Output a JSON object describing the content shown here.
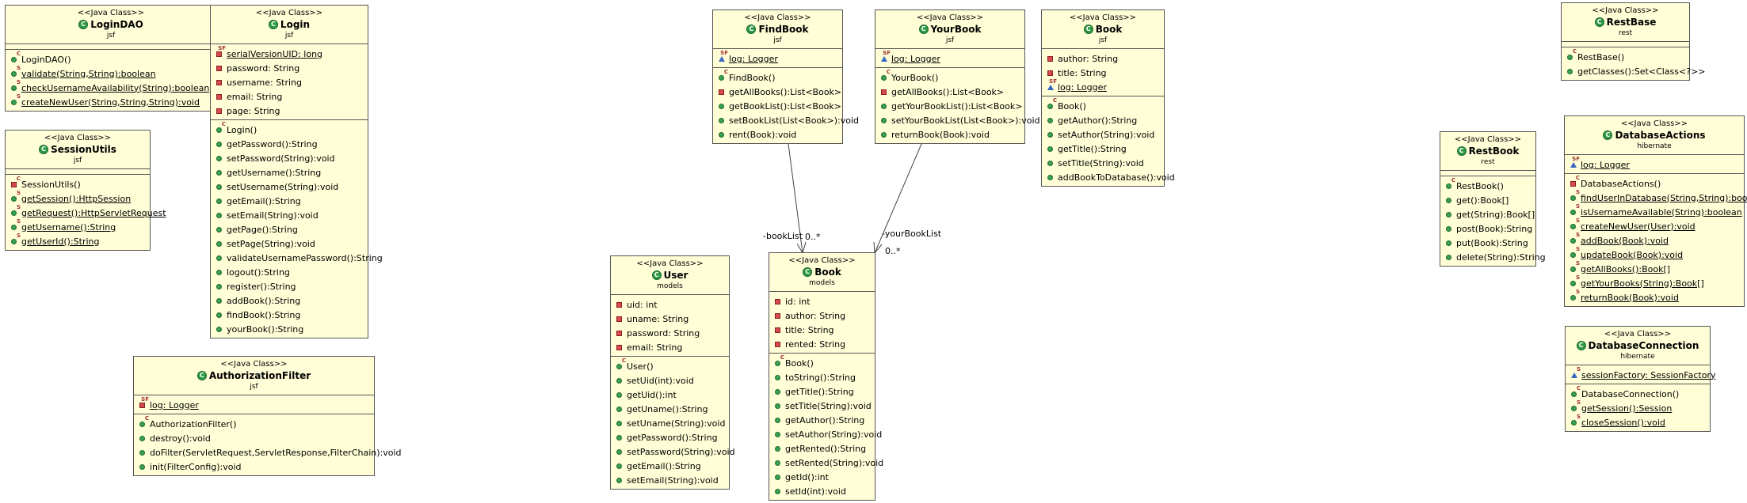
{
  "class_icon_letter": "C",
  "colors": {
    "class_fill": "#fffed7",
    "border": "#555555",
    "public": "#3aa14c",
    "private": "#d64a4a",
    "protected": "#3a66c4"
  },
  "classes": [
    {
      "id": "LoginDAO",
      "stereotype": "<<Java Class>>",
      "name": "LoginDAO",
      "package": "jsf",
      "attributes": [],
      "operations": [
        {
          "vis": "public",
          "mod": "C",
          "static": false,
          "text": "LoginDAO()"
        },
        {
          "vis": "public",
          "mod": "S",
          "static": true,
          "text": "validate(String,String):boolean"
        },
        {
          "vis": "public",
          "mod": "S",
          "static": true,
          "text": "checkUsernameAvailability(String):boolean"
        },
        {
          "vis": "public",
          "mod": "S",
          "static": true,
          "text": "createNewUser(String,String,String):void"
        }
      ]
    },
    {
      "id": "SessionUtils",
      "stereotype": "<<Java Class>>",
      "name": "SessionUtils",
      "package": "jsf",
      "attributes": [],
      "operations": [
        {
          "vis": "private",
          "mod": "C",
          "static": false,
          "text": "SessionUtils()"
        },
        {
          "vis": "public",
          "mod": "S",
          "static": true,
          "text": "getSession():HttpSession"
        },
        {
          "vis": "public",
          "mod": "S",
          "static": true,
          "text": "getRequest():HttpServletRequest"
        },
        {
          "vis": "public",
          "mod": "S",
          "static": true,
          "text": "getUsername():String"
        },
        {
          "vis": "public",
          "mod": "S",
          "static": true,
          "text": "getUserId():String"
        }
      ]
    },
    {
      "id": "Login",
      "stereotype": "<<Java Class>>",
      "name": "Login",
      "package": "jsf",
      "attributes": [
        {
          "vis": "private",
          "mod": "SF",
          "static": true,
          "text": "serialVersionUID: long"
        },
        {
          "vis": "private",
          "mod": "",
          "static": false,
          "text": "password: String"
        },
        {
          "vis": "private",
          "mod": "",
          "static": false,
          "text": "username: String"
        },
        {
          "vis": "private",
          "mod": "",
          "static": false,
          "text": "email: String"
        },
        {
          "vis": "private",
          "mod": "",
          "static": false,
          "text": "page: String"
        }
      ],
      "operations": [
        {
          "vis": "public",
          "mod": "C",
          "static": false,
          "text": "Login()"
        },
        {
          "vis": "public",
          "mod": "",
          "static": false,
          "text": "getPassword():String"
        },
        {
          "vis": "public",
          "mod": "",
          "static": false,
          "text": "setPassword(String):void"
        },
        {
          "vis": "public",
          "mod": "",
          "static": false,
          "text": "getUsername():String"
        },
        {
          "vis": "public",
          "mod": "",
          "static": false,
          "text": "setUsername(String):void"
        },
        {
          "vis": "public",
          "mod": "",
          "static": false,
          "text": "getEmail():String"
        },
        {
          "vis": "public",
          "mod": "",
          "static": false,
          "text": "setEmail(String):void"
        },
        {
          "vis": "public",
          "mod": "",
          "static": false,
          "text": "getPage():String"
        },
        {
          "vis": "public",
          "mod": "",
          "static": false,
          "text": "setPage(String):void"
        },
        {
          "vis": "public",
          "mod": "",
          "static": false,
          "text": "validateUsernamePassword():String"
        },
        {
          "vis": "public",
          "mod": "",
          "static": false,
          "text": "logout():String"
        },
        {
          "vis": "public",
          "mod": "",
          "static": false,
          "text": "register():String"
        },
        {
          "vis": "public",
          "mod": "",
          "static": false,
          "text": "addBook():String"
        },
        {
          "vis": "public",
          "mod": "",
          "static": false,
          "text": "findBook():String"
        },
        {
          "vis": "public",
          "mod": "",
          "static": false,
          "text": "yourBook():String"
        }
      ]
    },
    {
      "id": "AuthorizationFilter",
      "stereotype": "<<Java Class>>",
      "name": "AuthorizationFilter",
      "package": "jsf",
      "attributes": [
        {
          "vis": "private",
          "mod": "SF",
          "static": true,
          "text": "log: Logger"
        }
      ],
      "operations": [
        {
          "vis": "public",
          "mod": "C",
          "static": false,
          "text": "AuthorizationFilter()"
        },
        {
          "vis": "public",
          "mod": "",
          "static": false,
          "text": "destroy():void"
        },
        {
          "vis": "public",
          "mod": "",
          "static": false,
          "text": "doFilter(ServletRequest,ServletResponse,FilterChain):void"
        },
        {
          "vis": "public",
          "mod": "",
          "static": false,
          "text": "init(FilterConfig):void"
        }
      ]
    },
    {
      "id": "FindBook",
      "stereotype": "<<Java Class>>",
      "name": "FindBook",
      "package": "jsf",
      "attributes": [
        {
          "vis": "protected",
          "mod": "SF",
          "static": true,
          "text": "log: Logger"
        }
      ],
      "operations": [
        {
          "vis": "public",
          "mod": "C",
          "static": false,
          "text": "FindBook()"
        },
        {
          "vis": "private",
          "mod": "",
          "static": false,
          "text": "getAllBooks():List<Book>"
        },
        {
          "vis": "public",
          "mod": "",
          "static": false,
          "text": "getBookList():List<Book>"
        },
        {
          "vis": "public",
          "mod": "",
          "static": false,
          "text": "setBookList(List<Book>):void"
        },
        {
          "vis": "public",
          "mod": "",
          "static": false,
          "text": "rent(Book):void"
        }
      ]
    },
    {
      "id": "YourBook",
      "stereotype": "<<Java Class>>",
      "name": "YourBook",
      "package": "jsf",
      "attributes": [
        {
          "vis": "protected",
          "mod": "SF",
          "static": true,
          "text": "log: Logger"
        }
      ],
      "operations": [
        {
          "vis": "public",
          "mod": "C",
          "static": false,
          "text": "YourBook()"
        },
        {
          "vis": "private",
          "mod": "",
          "static": false,
          "text": "getAllBooks():List<Book>"
        },
        {
          "vis": "public",
          "mod": "",
          "static": false,
          "text": "getYourBookList():List<Book>"
        },
        {
          "vis": "public",
          "mod": "",
          "static": false,
          "text": "setYourBookList(List<Book>):void"
        },
        {
          "vis": "public",
          "mod": "",
          "static": false,
          "text": "returnBook(Book):void"
        }
      ]
    },
    {
      "id": "BookJsf",
      "stereotype": "<<Java Class>>",
      "name": "Book",
      "package": "jsf",
      "attributes": [
        {
          "vis": "private",
          "mod": "",
          "static": false,
          "text": "author: String"
        },
        {
          "vis": "private",
          "mod": "",
          "static": false,
          "text": "title: String"
        },
        {
          "vis": "protected",
          "mod": "SF",
          "static": true,
          "text": "log: Logger"
        }
      ],
      "operations": [
        {
          "vis": "public",
          "mod": "C",
          "static": false,
          "text": "Book()"
        },
        {
          "vis": "public",
          "mod": "",
          "static": false,
          "text": "getAuthor():String"
        },
        {
          "vis": "public",
          "mod": "",
          "static": false,
          "text": "setAuthor(String):void"
        },
        {
          "vis": "public",
          "mod": "",
          "static": false,
          "text": "getTitle():String"
        },
        {
          "vis": "public",
          "mod": "",
          "static": false,
          "text": "setTitle(String):void"
        },
        {
          "vis": "public",
          "mod": "",
          "static": false,
          "text": "addBookToDatabase():void"
        }
      ]
    },
    {
      "id": "User",
      "stereotype": "<<Java Class>>",
      "name": "User",
      "package": "models",
      "attributes": [
        {
          "vis": "private",
          "mod": "",
          "static": false,
          "text": "uid: int"
        },
        {
          "vis": "private",
          "mod": "",
          "static": false,
          "text": "uname: String"
        },
        {
          "vis": "private",
          "mod": "",
          "static": false,
          "text": "password: String"
        },
        {
          "vis": "private",
          "mod": "",
          "static": false,
          "text": "email: String"
        }
      ],
      "operations": [
        {
          "vis": "public",
          "mod": "C",
          "static": false,
          "text": "User()"
        },
        {
          "vis": "public",
          "mod": "",
          "static": false,
          "text": "setUid(int):void"
        },
        {
          "vis": "public",
          "mod": "",
          "static": false,
          "text": "getUid():int"
        },
        {
          "vis": "public",
          "mod": "",
          "static": false,
          "text": "getUname():String"
        },
        {
          "vis": "public",
          "mod": "",
          "static": false,
          "text": "setUname(String):void"
        },
        {
          "vis": "public",
          "mod": "",
          "static": false,
          "text": "getPassword():String"
        },
        {
          "vis": "public",
          "mod": "",
          "static": false,
          "text": "setPassword(String):void"
        },
        {
          "vis": "public",
          "mod": "",
          "static": false,
          "text": "getEmail():String"
        },
        {
          "vis": "public",
          "mod": "",
          "static": false,
          "text": "setEmail(String):void"
        }
      ]
    },
    {
      "id": "BookModels",
      "stereotype": "<<Java Class>>",
      "name": "Book",
      "package": "models",
      "attributes": [
        {
          "vis": "private",
          "mod": "",
          "static": false,
          "text": "id: int"
        },
        {
          "vis": "private",
          "mod": "",
          "static": false,
          "text": "author: String"
        },
        {
          "vis": "private",
          "mod": "",
          "static": false,
          "text": "title: String"
        },
        {
          "vis": "private",
          "mod": "",
          "static": false,
          "text": "rented: String"
        }
      ],
      "operations": [
        {
          "vis": "public",
          "mod": "C",
          "static": false,
          "text": "Book()"
        },
        {
          "vis": "public",
          "mod": "",
          "static": false,
          "text": "toString():String"
        },
        {
          "vis": "public",
          "mod": "",
          "static": false,
          "text": "getTitle():String"
        },
        {
          "vis": "public",
          "mod": "",
          "static": false,
          "text": "setTitle(String):void"
        },
        {
          "vis": "public",
          "mod": "",
          "static": false,
          "text": "getAuthor():String"
        },
        {
          "vis": "public",
          "mod": "",
          "static": false,
          "text": "setAuthor(String):void"
        },
        {
          "vis": "public",
          "mod": "",
          "static": false,
          "text": "getRented():String"
        },
        {
          "vis": "public",
          "mod": "",
          "static": false,
          "text": "setRented(String):void"
        },
        {
          "vis": "public",
          "mod": "",
          "static": false,
          "text": "getId():int"
        },
        {
          "vis": "public",
          "mod": "",
          "static": false,
          "text": "setId(int):void"
        }
      ]
    },
    {
      "id": "RestBase",
      "stereotype": "<<Java Class>>",
      "name": "RestBase",
      "package": "rest",
      "attributes": [],
      "operations": [
        {
          "vis": "public",
          "mod": "C",
          "static": false,
          "text": "RestBase()"
        },
        {
          "vis": "public",
          "mod": "",
          "static": false,
          "text": "getClasses():Set<Class<?>>"
        }
      ]
    },
    {
      "id": "RestBook",
      "stereotype": "<<Java Class>>",
      "name": "RestBook",
      "package": "rest",
      "attributes": [],
      "operations": [
        {
          "vis": "public",
          "mod": "C",
          "static": false,
          "text": "RestBook()"
        },
        {
          "vis": "public",
          "mod": "",
          "static": false,
          "text": "get():Book[]"
        },
        {
          "vis": "public",
          "mod": "",
          "static": false,
          "text": "get(String):Book[]"
        },
        {
          "vis": "public",
          "mod": "",
          "static": false,
          "text": "post(Book):String"
        },
        {
          "vis": "public",
          "mod": "",
          "static": false,
          "text": "put(Book):String"
        },
        {
          "vis": "public",
          "mod": "",
          "static": false,
          "text": "delete(String):String"
        }
      ]
    },
    {
      "id": "DatabaseActions",
      "stereotype": "<<Java Class>>",
      "name": "DatabaseActions",
      "package": "hibernate",
      "attributes": [
        {
          "vis": "protected",
          "mod": "SF",
          "static": true,
          "text": "log: Logger"
        }
      ],
      "operations": [
        {
          "vis": "private",
          "mod": "C",
          "static": false,
          "text": "DatabaseActions()"
        },
        {
          "vis": "public",
          "mod": "S",
          "static": true,
          "text": "findUserInDatabase(String,String):boolean"
        },
        {
          "vis": "public",
          "mod": "S",
          "static": true,
          "text": "isUsernameAvailable(String):boolean"
        },
        {
          "vis": "public",
          "mod": "S",
          "static": true,
          "text": "createNewUser(User):void"
        },
        {
          "vis": "public",
          "mod": "S",
          "static": true,
          "text": "addBook(Book):void"
        },
        {
          "vis": "public",
          "mod": "S",
          "static": true,
          "text": "updateBook(Book):void"
        },
        {
          "vis": "public",
          "mod": "S",
          "static": true,
          "text": "getAllBooks():Book[]"
        },
        {
          "vis": "public",
          "mod": "S",
          "static": true,
          "text": "getYourBooks(String):Book[]"
        },
        {
          "vis": "public",
          "mod": "S",
          "static": true,
          "text": "returnBook(Book):void"
        }
      ]
    },
    {
      "id": "DatabaseConnection",
      "stereotype": "<<Java Class>>",
      "name": "DatabaseConnection",
      "package": "hibernate",
      "attributes": [
        {
          "vis": "protected",
          "mod": "S",
          "static": true,
          "text": "sessionFactory: SessionFactory"
        }
      ],
      "operations": [
        {
          "vis": "public",
          "mod": "C",
          "static": false,
          "text": "DatabaseConnection()"
        },
        {
          "vis": "public",
          "mod": "S",
          "static": true,
          "text": "getSession():Session"
        },
        {
          "vis": "public",
          "mod": "S",
          "static": true,
          "text": "closeSession():void"
        }
      ]
    }
  ],
  "associations": [
    {
      "from": "FindBook",
      "to": "BookModels",
      "role": "-bookList",
      "multiplicity": "0..*"
    },
    {
      "from": "YourBook",
      "to": "BookModels",
      "role": "-yourBookList",
      "multiplicity": "0..*"
    }
  ]
}
